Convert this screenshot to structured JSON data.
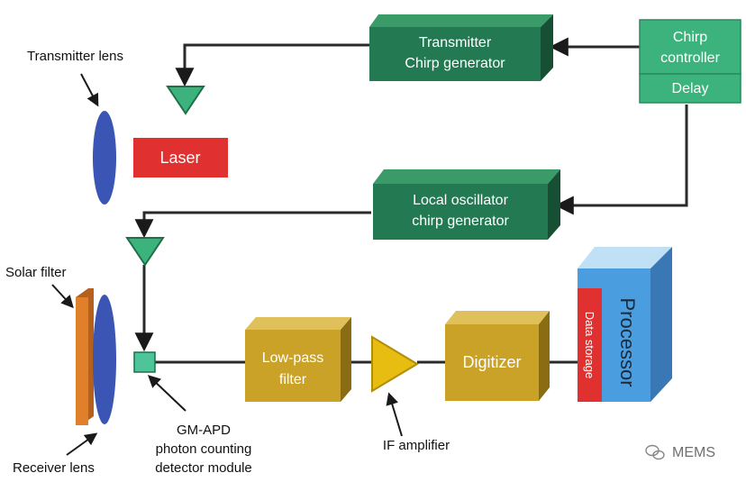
{
  "blocks": {
    "transmitter_chirp": [
      "Transmitter",
      "Chirp generator"
    ],
    "chirp_controller": [
      "Chirp",
      "controller"
    ],
    "delay": "Delay",
    "laser": "Laser",
    "local_oscillator": [
      "Local oscillator",
      "chirp generator"
    ],
    "low_pass": [
      "Low-pass",
      "filter"
    ],
    "digitizer": "Digitizer",
    "processor": "Processor",
    "data_storage": "Data storage"
  },
  "labels": {
    "transmitter_lens": "Transmitter lens",
    "solar_filter": "Solar filter",
    "receiver_lens": "Receiver lens",
    "gm_apd": [
      "GM-APD",
      "photon counting",
      "detector module"
    ],
    "if_amplifier": "IF amplifier"
  },
  "watermark": "MEMS",
  "colors": {
    "dark_green": "#237a52",
    "light_green": "#3cb37d",
    "red": "#e03030",
    "gold": "#c9a227",
    "yellow": "#e8bd12",
    "blue": "#4a9ee0",
    "lens_blue": "#3a55b4",
    "orange": "#e0802a"
  }
}
